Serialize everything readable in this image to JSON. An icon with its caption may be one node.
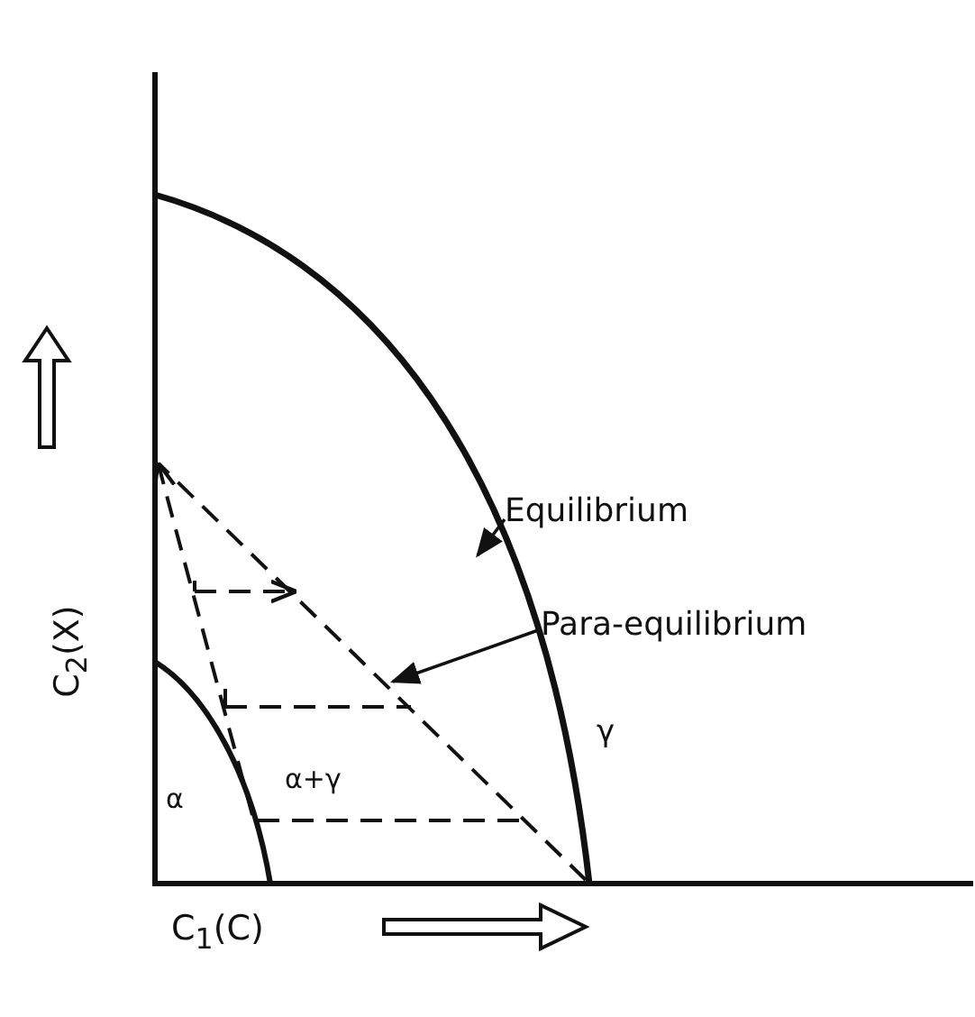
{
  "diagram": {
    "nodes": [
      {
        "text": [
          "Equilibrium"
        ]
      },
      {
        "text": [
          "Para-equilibrium"
        ]
      }
    ],
    "edges": [
      {
        "from": 0,
        "to": null,
        "arrow": "to"
      },
      {
        "from": 1,
        "to": null,
        "arrow": "to"
      }
    ],
    "labels": [
      "C$_{2}$(X)",
      "C$_{1}$(C)",
      "α",
      "α+γ",
      "γ"
    ]
  }
}
